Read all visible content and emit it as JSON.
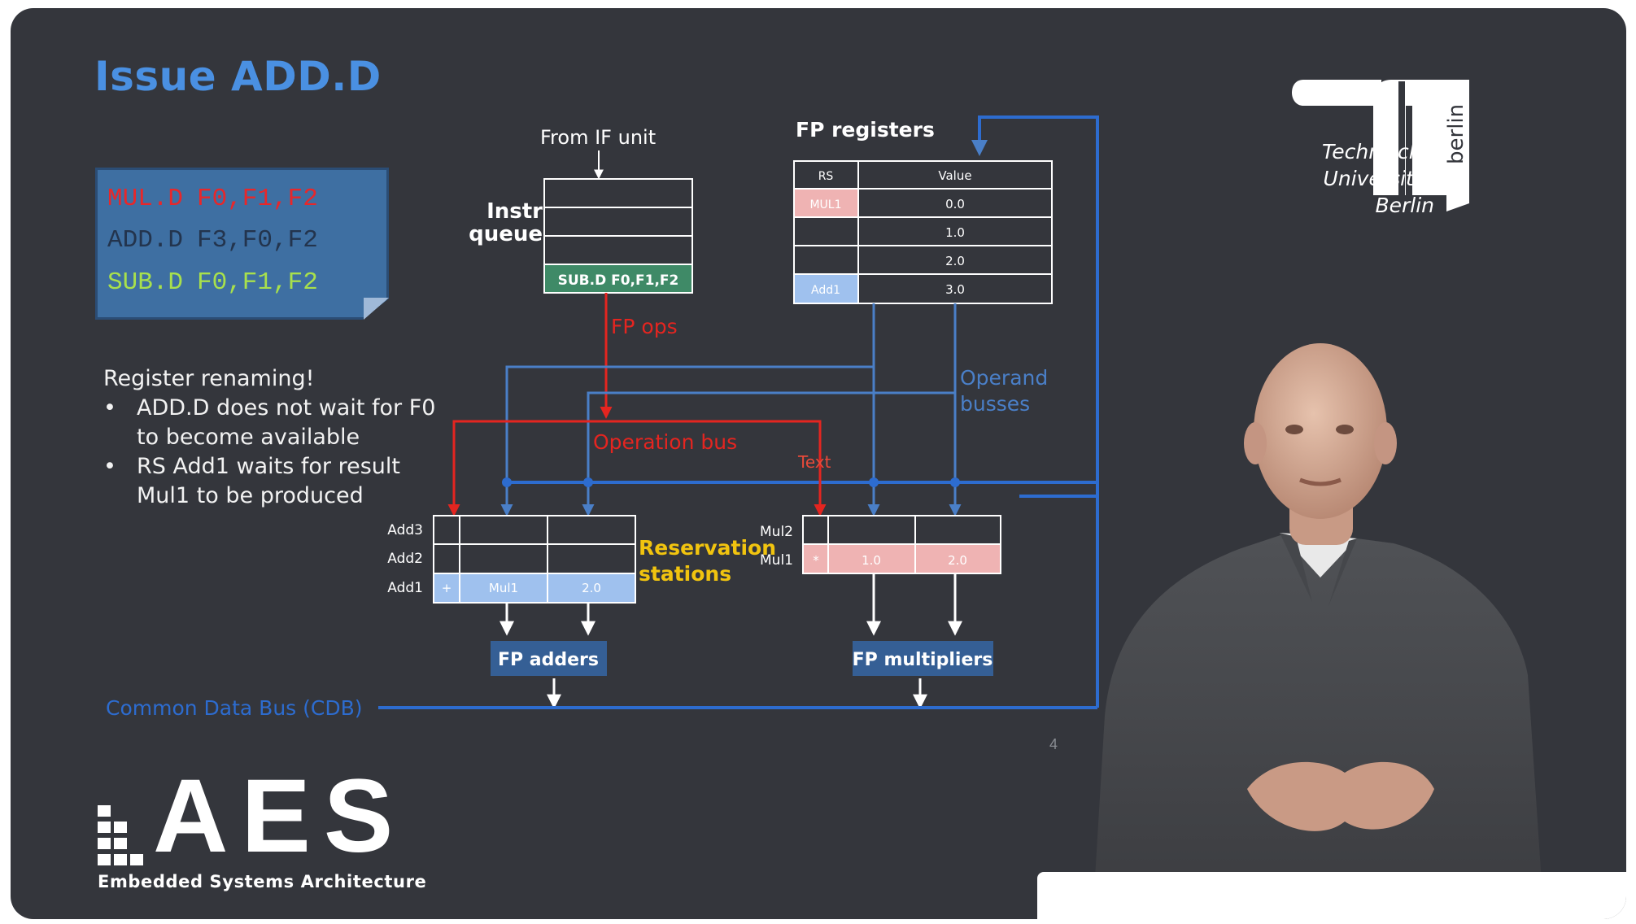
{
  "slide": {
    "title": "Issue ADD.D",
    "page_number": "4"
  },
  "code": {
    "lines": [
      {
        "op": "MUL.D",
        "args": "F0,F1,F2",
        "color": "#e8272a"
      },
      {
        "op": "ADD.D",
        "args": "F3,F0,F2",
        "color": "#2a3f5c"
      },
      {
        "op": "SUB.D",
        "args": "F0,F1,F2",
        "color": "#a8e04c"
      }
    ]
  },
  "notes": {
    "heading": "Register renaming!",
    "bullets": [
      "ADD.D does not wait for F0 to become available",
      "RS Add1 waits for result Mul1 to be produced"
    ]
  },
  "diagram": {
    "from_if_unit": "From IF unit",
    "instr_queue": [
      "Instr",
      "queue"
    ],
    "queue_entries": [
      "",
      "",
      "",
      "SUB.D F0,F1,F2"
    ],
    "fp_registers_title": "FP registers",
    "fp_registers_headers": [
      "RS",
      "Value"
    ],
    "fp_registers_rows": [
      {
        "rs": "MUL1",
        "value": "0.0"
      },
      {
        "rs": "",
        "value": "1.0"
      },
      {
        "rs": "",
        "value": "2.0"
      },
      {
        "rs": "Add1",
        "value": "3.0"
      }
    ],
    "fp_ops": "FP ops",
    "operation_bus": "Operation bus",
    "operand_busses": [
      "Operand",
      "busses"
    ],
    "text_marker": "Text",
    "reservation_stations": [
      "Reservation",
      "stations"
    ],
    "adder_rows": [
      {
        "name": "Add3",
        "op": "",
        "q": "",
        "v": ""
      },
      {
        "name": "Add2",
        "op": "",
        "q": "",
        "v": ""
      },
      {
        "name": "Add1",
        "op": "+",
        "q": "Mul1",
        "v": "2.0"
      }
    ],
    "mult_rows": [
      {
        "name": "Mul2",
        "op": "",
        "q": "",
        "v": ""
      },
      {
        "name": "Mul1",
        "op": "*",
        "q": "1.0",
        "v": "2.0"
      }
    ],
    "fp_adders": "FP adders",
    "fp_multipliers": "FP multipliers",
    "cdb": "Common Data Bus (CDB)"
  },
  "tu_logo": {
    "lines": [
      "Technische",
      "Universität",
      "Berlin"
    ],
    "side": "berlin"
  },
  "aes_logo": {
    "letters": "AES",
    "subtitle": "Embedded Systems Architecture"
  },
  "colors": {
    "background": "#34363c",
    "title": "#4a90e2",
    "blue_bus": "#4a7fc7",
    "cdb_blue": "#2d6ccf",
    "red_bus": "#e42520",
    "yellow": "#f1c40f",
    "unit_box": "#355f95",
    "green_entry": "#3f8a67",
    "pink_cell": "#efb3b3",
    "light_blue_cell": "#9fc1ee"
  }
}
